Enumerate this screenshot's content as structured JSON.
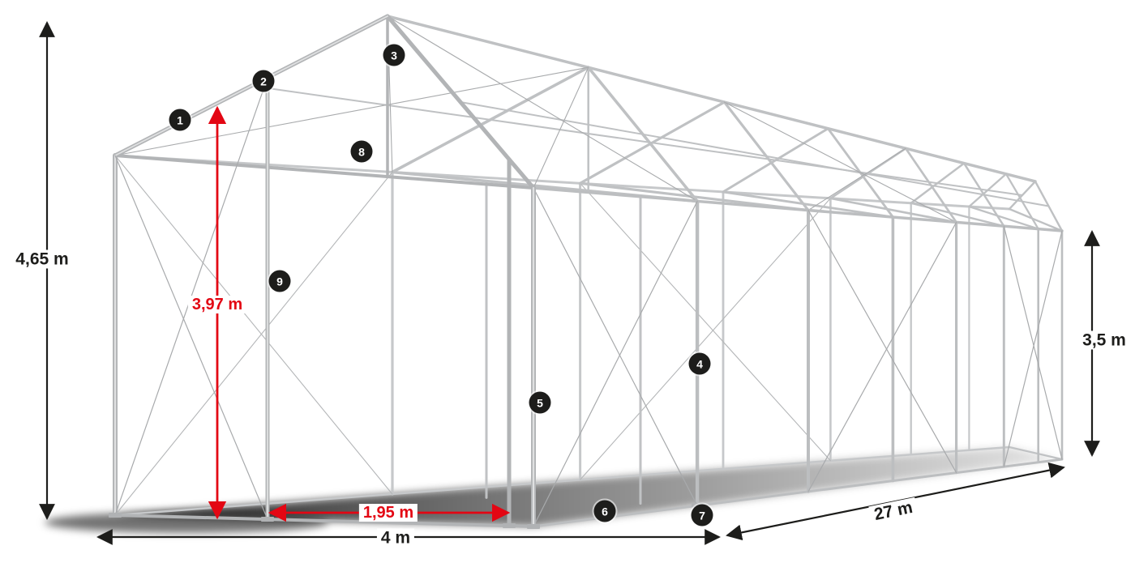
{
  "diagram": {
    "dimensions": {
      "total_height": "4,65 m",
      "inner_height": "3,97 m",
      "entrance_width": "1,95 m",
      "side_height": "3,5 m",
      "front_width": "4 m",
      "length": "27 m"
    },
    "markers": [
      "1",
      "2",
      "3",
      "4",
      "5",
      "6",
      "7",
      "8",
      "9"
    ],
    "colors": {
      "dimension_red": "#e30613",
      "dimension_black": "#1d1d1b",
      "frame_gray": "#bdbfc1",
      "badge_bg": "#1d1d1b",
      "badge_text": "#ffffff",
      "background": "#ffffff"
    }
  }
}
